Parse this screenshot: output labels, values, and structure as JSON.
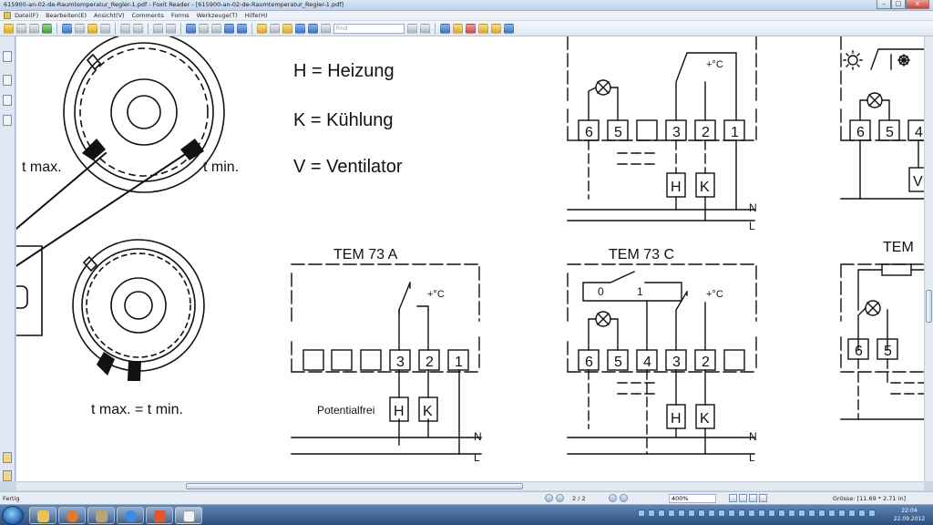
{
  "window": {
    "title": "615900-an-02-de-Raumtemperatur_Regler-1.pdf - Foxit Reader - [615900-an-02-de-Raumtemperatur_Regler-1.pdf]",
    "minimize": "–",
    "maximize": "□",
    "close": "x"
  },
  "menu": [
    "Datei(F)",
    "Bearbeiten(E)",
    "Ansicht(V)",
    "Comments",
    "Forms",
    "Werkzeuge(T)",
    "Hilfe(H)"
  ],
  "toolbar": {
    "find_placeholder": "Find"
  },
  "document": {
    "legend": [
      "H = Heizung",
      "K = Kühlung",
      "V = Ventilator"
    ],
    "dial_labels": {
      "t_max": "t max.",
      "t_min": "t min.",
      "t_max_eq_t_min": "t max. = t min."
    },
    "tem73a": {
      "title": "TEM 73 A",
      "temp": "+°C",
      "terminals": [
        "3",
        "2",
        "1"
      ],
      "potentialfrei": "Potentialfrei",
      "h": "H",
      "k": "K",
      "n": "N",
      "l": "L"
    },
    "top_circuit": {
      "temp": "+°C",
      "terminals": [
        "6",
        "5",
        "3",
        "2",
        "1"
      ],
      "h": "H",
      "k": "K",
      "n": "N",
      "l": "L"
    },
    "tem73c": {
      "title": "TEM 73 C",
      "switch_0": "0",
      "switch_1": "1",
      "temp": "+°C",
      "terminals": [
        "6",
        "5",
        "4",
        "3",
        "2"
      ],
      "h": "H",
      "k": "K",
      "n": "N",
      "l": "L"
    },
    "right_partial": {
      "title": "TEM",
      "terminals_top": [
        "6",
        "5",
        "4"
      ],
      "terminals_bottom": [
        "6",
        "5"
      ],
      "v": "V"
    }
  },
  "status": {
    "left": "Fertig",
    "page": "2 / 2",
    "zoom": "400%",
    "size": "Grösse: [11.69 * 2.71 in]"
  },
  "clock": {
    "time": "22:04",
    "date": "22.09.2012"
  }
}
